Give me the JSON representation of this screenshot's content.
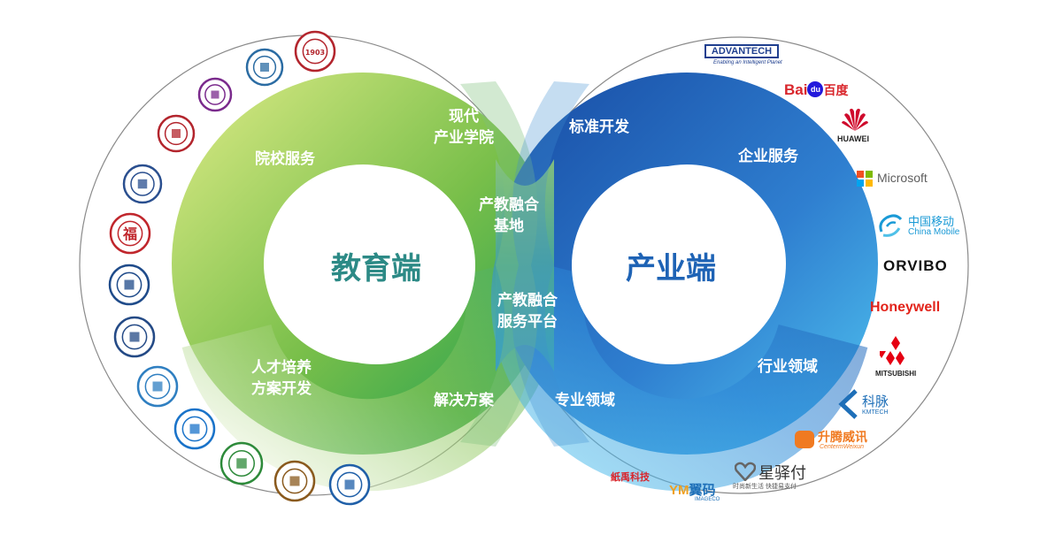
{
  "diagram": {
    "left_core": "教育端",
    "right_core": "产业端",
    "left_ring": {
      "school_services": "院校服务",
      "talent_line1": "人才培养",
      "talent_line2": "方案开发",
      "solutions": "解决方案"
    },
    "center": {
      "modern_line1": "现代",
      "modern_line2": "产业学院",
      "base_line1": "产教融合",
      "base_line2": "基地",
      "platform_line1": "产教融合",
      "platform_line2": "服务平台"
    },
    "right_ring": {
      "standard_dev": "标准开发",
      "enterprise_services": "企业服务",
      "industry_field": "行业领域",
      "professional_field": "专业领域"
    }
  },
  "university_logos": [
    {
      "icon": "university-pagoda-seal-icon",
      "color": "#7a2a8c"
    },
    {
      "icon": "university-tower-seal-icon",
      "color": "#2b6ca3"
    },
    {
      "icon": "university-1903-seal-icon",
      "color": "#b3252d",
      "year": "1903"
    },
    {
      "icon": "university-red-gate-seal-icon",
      "color": "#b3252d"
    },
    {
      "icon": "university-blue-seal-icon",
      "color": "#2a4f8f"
    },
    {
      "icon": "university-fu-seal-icon",
      "color": "#c0262c",
      "glyph": "福"
    },
    {
      "icon": "university-navy-seal-icon",
      "color": "#1f4b8a"
    },
    {
      "icon": "college-square-seal-icon",
      "color": "#244a86"
    },
    {
      "icon": "college-swoosh-seal-icon",
      "color": "#2f7fc1"
    },
    {
      "icon": "college-red-blue-swirl-icon",
      "color": "#1a73c9"
    },
    {
      "icon": "college-dragon-seal-icon",
      "color": "#2d8a3a"
    },
    {
      "icon": "college-gold-seal-icon",
      "color": "#8a5a1e"
    },
    {
      "icon": "college-gear-seal-icon",
      "color": "#1f5fa8"
    }
  ],
  "company_logos": {
    "advantech": {
      "name": "ADVANTECH",
      "slogan": "Enabling an Intelligent Planet",
      "color": "#1f3f8f"
    },
    "baidu": {
      "name_latin": "Bai",
      "name_paw": "du",
      "name_cn": "百度",
      "red": "#d9262c",
      "blue": "#2319dc"
    },
    "huawei": {
      "name": "HUAWEI",
      "color": "#cf0a2c"
    },
    "microsoft": {
      "name": "Microsoft",
      "color": "#5e5e5e"
    },
    "china_mobile": {
      "name_cn": "中国移动",
      "name_en": "China Mobile",
      "color": "#1a9ad6"
    },
    "orvibo": {
      "name": "ORVIBO",
      "color": "#111111"
    },
    "honeywell": {
      "name": "Honeywell",
      "color": "#e2231a"
    },
    "mitsubishi": {
      "name": "MITSUBISHI",
      "color": "#e60012"
    },
    "kemai": {
      "name_cn": "科脉",
      "name_en": "KMTECH",
      "color": "#1e6fb8"
    },
    "centerm": {
      "name_cn": "升腾威讯",
      "name_en": "CentermWeixun",
      "color": "#f07a21"
    },
    "zhiyu": {
      "name_cn": "紙禹科技",
      "color": "#d9262c"
    },
    "yimai": {
      "name_latin": "YM",
      "name_cn": "翼码",
      "sub": "IMAGECO",
      "color": "#1d6fb8"
    },
    "xingyifu": {
      "name_cn": "星驿付",
      "slogan": "时尚新生活  快捷易支付",
      "color": "#333333"
    }
  },
  "colors": {
    "edu_dark": "#5fae3a",
    "edu_light": "#c6e27a",
    "mid_teal": "#3fa58a",
    "ind_dark": "#1e63b5",
    "ind_light": "#3fb2e6",
    "core_edu_text": "#2c8a86",
    "core_ind_text": "#1e63b5"
  }
}
